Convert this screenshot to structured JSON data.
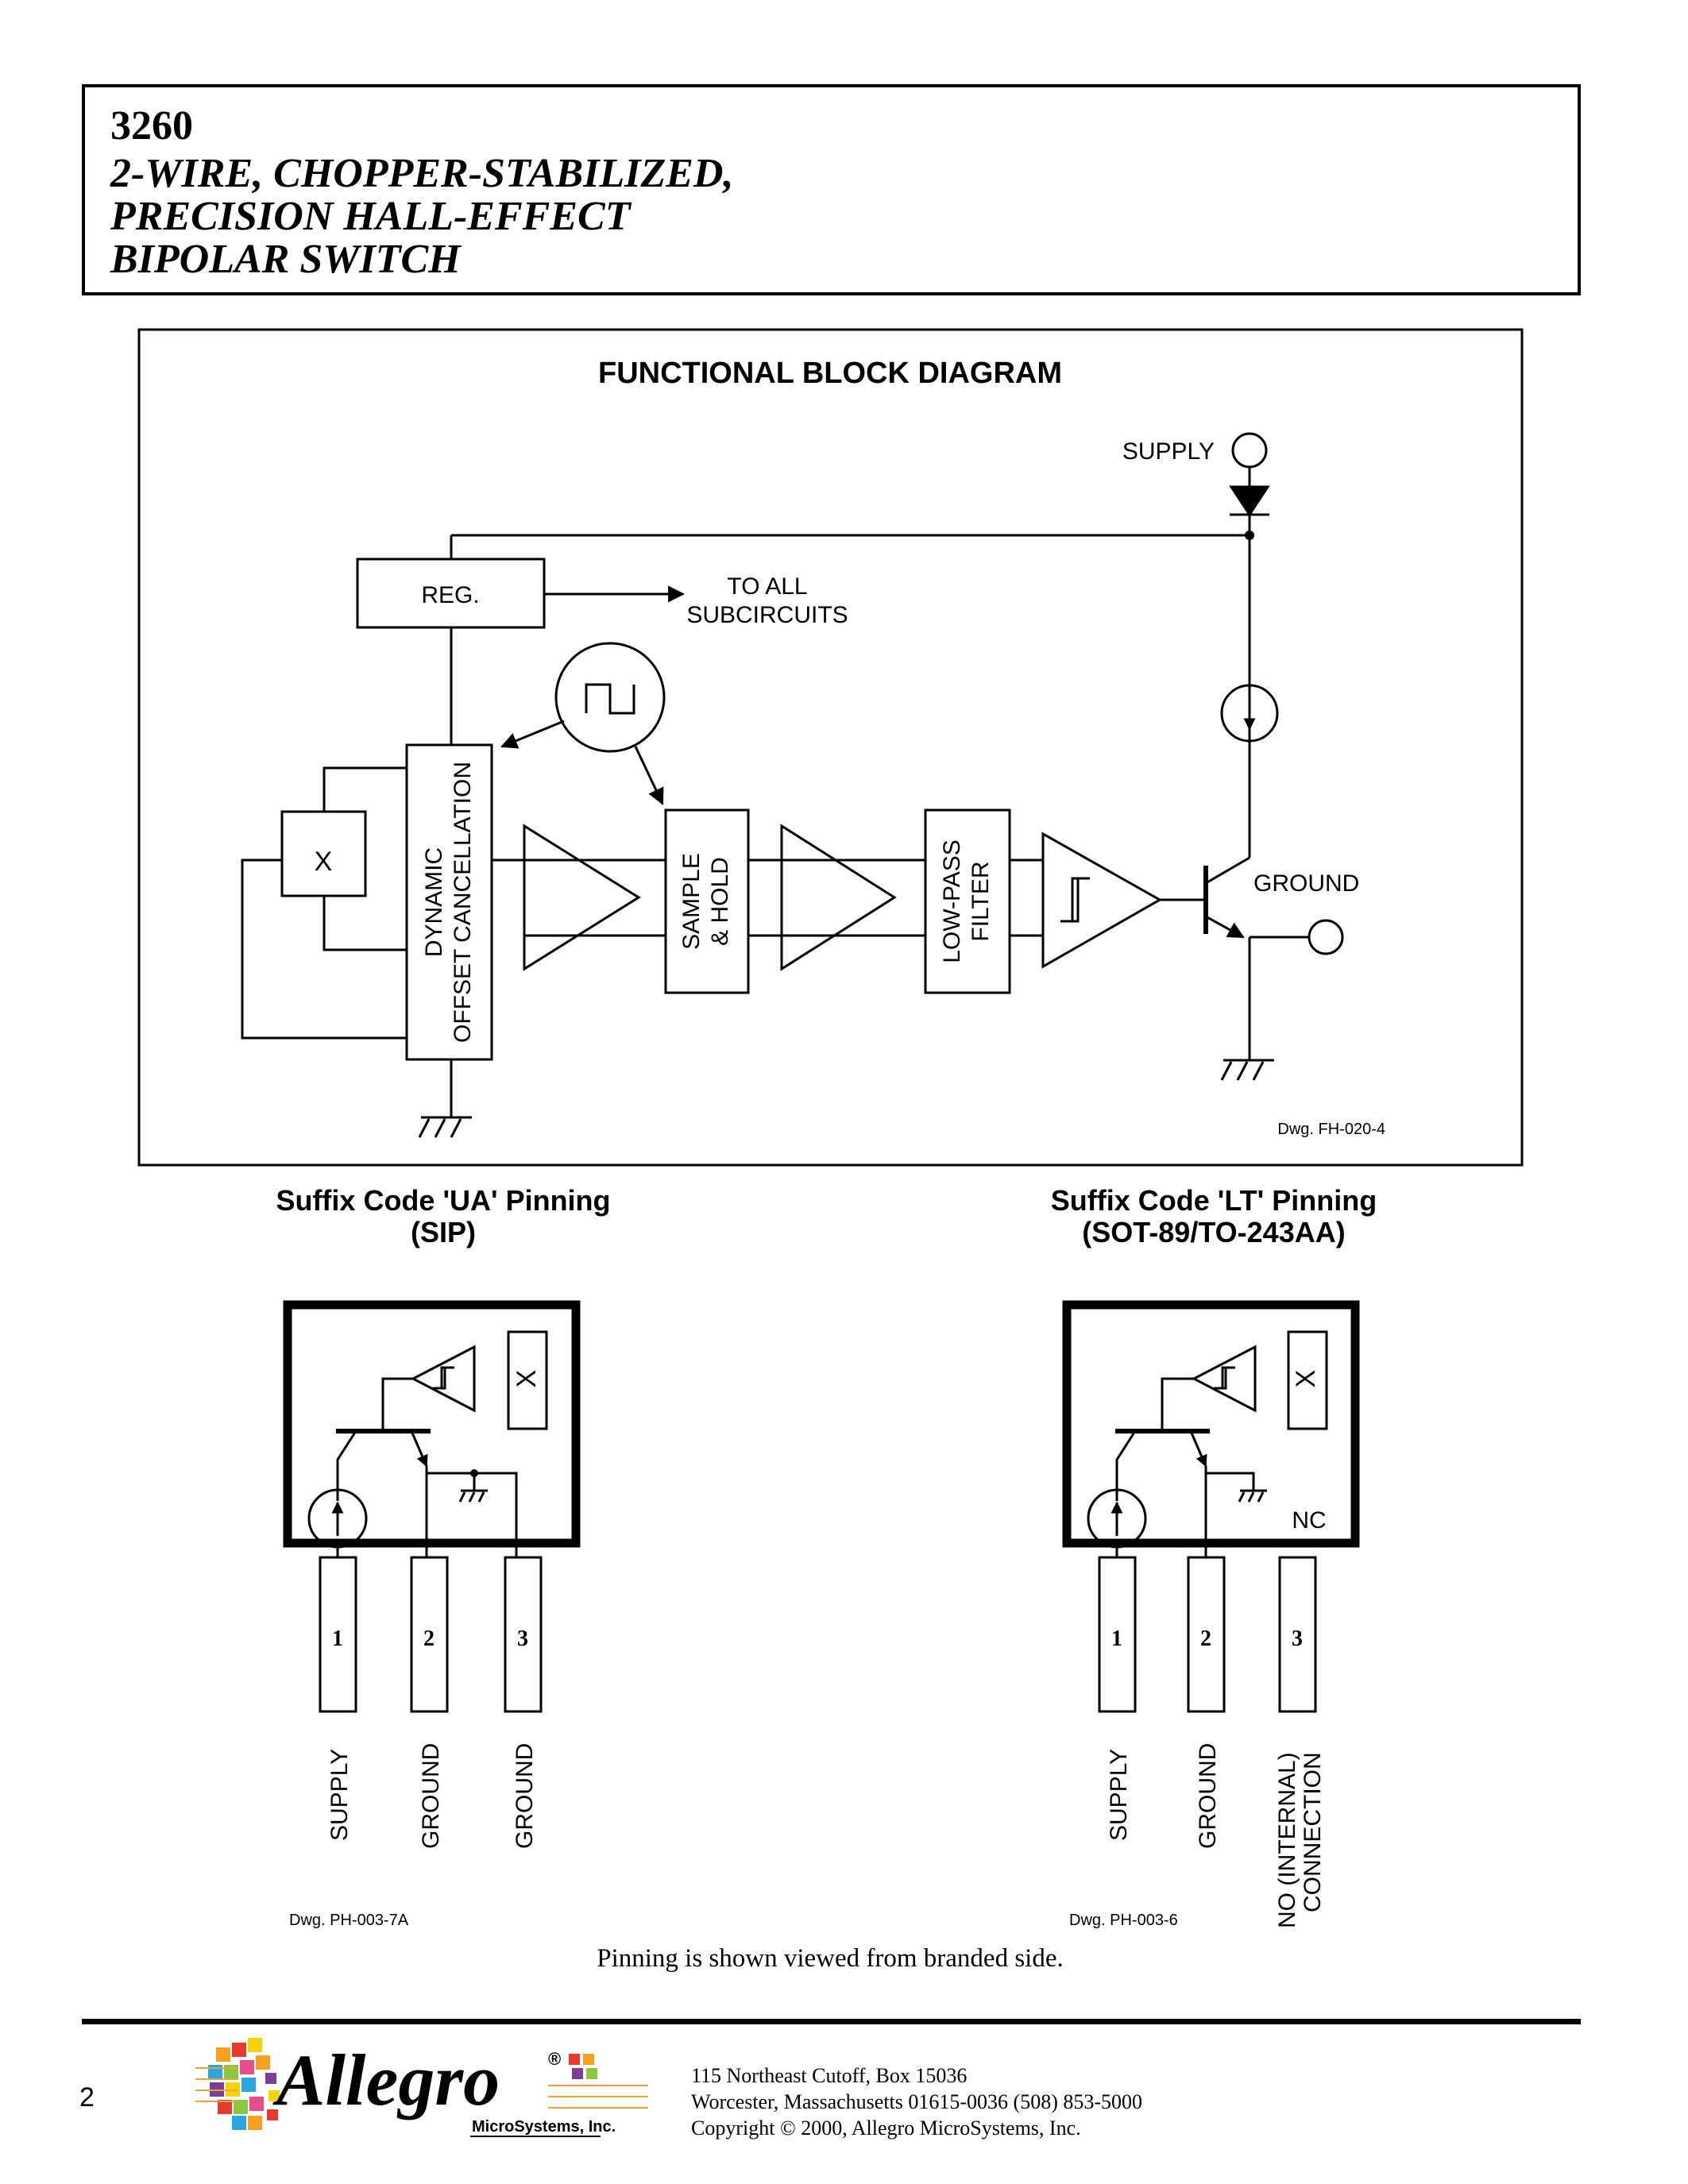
{
  "header": {
    "part_number": "3260",
    "title_lines": [
      "2-WIRE, CHOPPER-STABILIZED,",
      "PRECISION HALL-EFFECT",
      "BIPOLAR SWITCH"
    ]
  },
  "block_diagram": {
    "title": "FUNCTIONAL BLOCK DIAGRAM",
    "supply_label": "SUPPLY",
    "reg_label": "REG.",
    "to_all_line1": "TO ALL",
    "to_all_line2": "SUBCIRCUITS",
    "x_label": "X",
    "dyn_line1": "DYNAMIC",
    "dyn_line2": "OFFSET CANCELLATION",
    "sh_line1": "SAMPLE",
    "sh_line2": "& HOLD",
    "lp_line1": "LOW-PASS",
    "lp_line2": "FILTER",
    "ground_label": "GROUND",
    "dwg": "Dwg. FH-020-4"
  },
  "ua_pinning": {
    "title_line1": "Suffix Code 'UA' Pinning",
    "title_line2": "(SIP)",
    "x_label": "X",
    "pins": [
      {
        "number": "1",
        "label": "SUPPLY"
      },
      {
        "number": "2",
        "label": "GROUND"
      },
      {
        "number": "3",
        "label": "GROUND"
      }
    ],
    "dwg": "Dwg. PH-003-7A"
  },
  "lt_pinning": {
    "title_line1": "Suffix Code 'LT' Pinning",
    "title_line2": "(SOT-89/TO-243AA)",
    "x_label": "X",
    "nc_label": "NC",
    "pins": [
      {
        "number": "1",
        "label": "SUPPLY"
      },
      {
        "number": "2",
        "label": "GROUND"
      },
      {
        "number": "3",
        "label_line1": "NO (INTERNAL)",
        "label_line2": "CONNECTION"
      }
    ],
    "dwg": "Dwg. PH-003-6"
  },
  "caption": "Pinning is shown viewed from branded side.",
  "footer": {
    "page_number": "2",
    "logo_text": "Allegro",
    "logo_registered": "®",
    "logo_sub": "MicroSystems, Inc.",
    "address_line1": "115 Northeast Cutoff, Box 15036",
    "address_line2": "Worcester, Massachusetts 01615-0036  (508) 853-5000",
    "address_line3": "Copyright © 2000, Allegro MicroSystems, Inc."
  }
}
